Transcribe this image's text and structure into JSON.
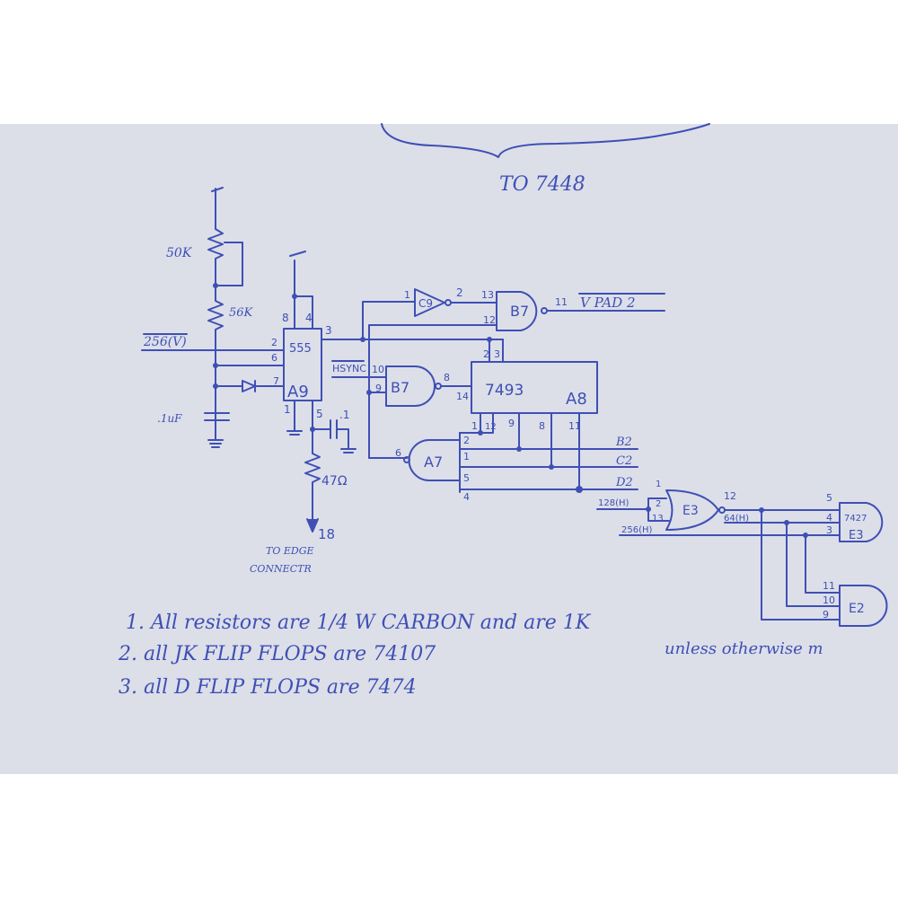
{
  "title_note": "TO 7448",
  "components": {
    "pot": "50K",
    "r56": "56K",
    "cap1": ".1uF",
    "cap2": ".1",
    "r47": "47Ω",
    "timer_type": "555",
    "timer_ref": "A9",
    "inverter": "C9",
    "nand_top": "B7",
    "nand_mid": "B7",
    "counter_type": "7493",
    "counter_ref": "A8",
    "nand_a7": "A7",
    "nor_e3": "E3",
    "gate_e3b_type": "7427",
    "gate_e3b": "E3",
    "gate_e2": "E2"
  },
  "signals": {
    "v256": "256(V)",
    "hsync": "HSYNC",
    "vpad2": "V PAD 2",
    "b2": "B2",
    "c2": "C2",
    "d2": "D2",
    "h128": "128(H)",
    "h256": "256(H)",
    "h64": "64(H)",
    "pin18": "18",
    "to_edge": "TO EDGE",
    "connector": "CONNECTR"
  },
  "pins": {
    "p8": "8",
    "p4": "4",
    "p3": "3",
    "p2": "2",
    "p6": "6",
    "p7": "7",
    "p1": "1",
    "p5": "5",
    "c9_in": "1",
    "c9_out": "2",
    "b7_13": "13",
    "b7_12": "12",
    "b7_11": "11",
    "b7_10": "10",
    "b7_9": "9",
    "b7_8": "8",
    "a8_14": "14",
    "a8_2": "2",
    "a8_3": "3",
    "a8_1": "1",
    "a8_12": "12",
    "a8_9": "9",
    "a8_8": "8",
    "a8_11": "11",
    "a7_2": "2",
    "a7_1": "1",
    "a7_5": "5",
    "a7_4": "4",
    "a7_6": "6",
    "e3_1": "1",
    "e3_2": "2",
    "e3_13": "13",
    "e3_12": "12",
    "e3b_5": "5",
    "e3b_4": "4",
    "e3b_3": "3",
    "e2_11": "11",
    "e2_10": "10",
    "e2_9": "9"
  },
  "notes": [
    "1. All resistors are 1/4 W CARBON and are 1K",
    "2. all JK FLIP FLOPS are 74107",
    "3. all D FLIP FLOPS are 7474"
  ],
  "side_note": "unless otherwise m"
}
